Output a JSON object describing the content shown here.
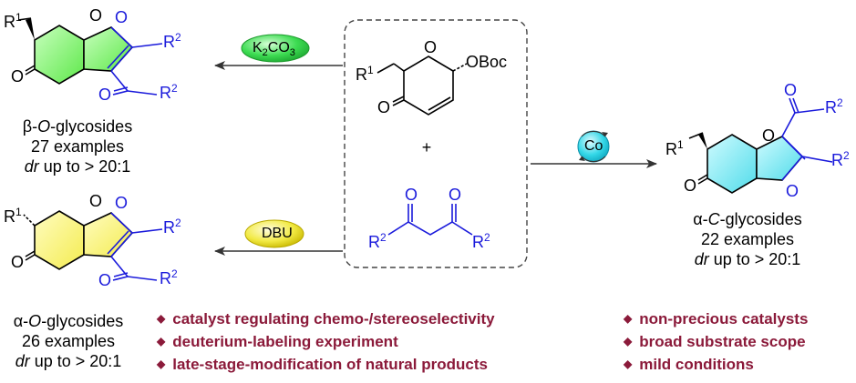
{
  "reagents": {
    "k2co3": "K2CO3",
    "dbu": "DBU",
    "co": "Co"
  },
  "substituents": {
    "r1": "R1",
    "r2": "R2",
    "o": "O",
    "oboc": "OBoc",
    "plus": "+"
  },
  "products": {
    "beta": {
      "prefix": "β-",
      "ital": "O",
      "suffix": "-glycosides",
      "examples": "27 examples",
      "dr_ital": "dr",
      "dr_text": " up to > 20:1"
    },
    "alpha_o": {
      "prefix": "α-",
      "ital": "O",
      "suffix": "-glycosides",
      "examples": "26 examples",
      "dr_ital": "dr",
      "dr_text": " up to > 20:1"
    },
    "alpha_c": {
      "prefix": "α-",
      "ital": "C",
      "suffix": "-glycosides",
      "examples": "22 examples",
      "dr_ital": "dr",
      "dr_text": " up to > 20:1"
    }
  },
  "highlights_left": [
    "catalyst regulating chemo-/stereoselectivity",
    "deuterium-labeling experiment",
    "late-stage-modification of natural products"
  ],
  "highlights_right": [
    "non-precious catalysts",
    "broad substrate scope",
    "mild conditions"
  ],
  "colors": {
    "green": "#3ddc52",
    "yellow": "#f2ea44",
    "cyan": "#34d8e8",
    "blue": "#1a1adb",
    "highlight": "#8b1a3a"
  }
}
